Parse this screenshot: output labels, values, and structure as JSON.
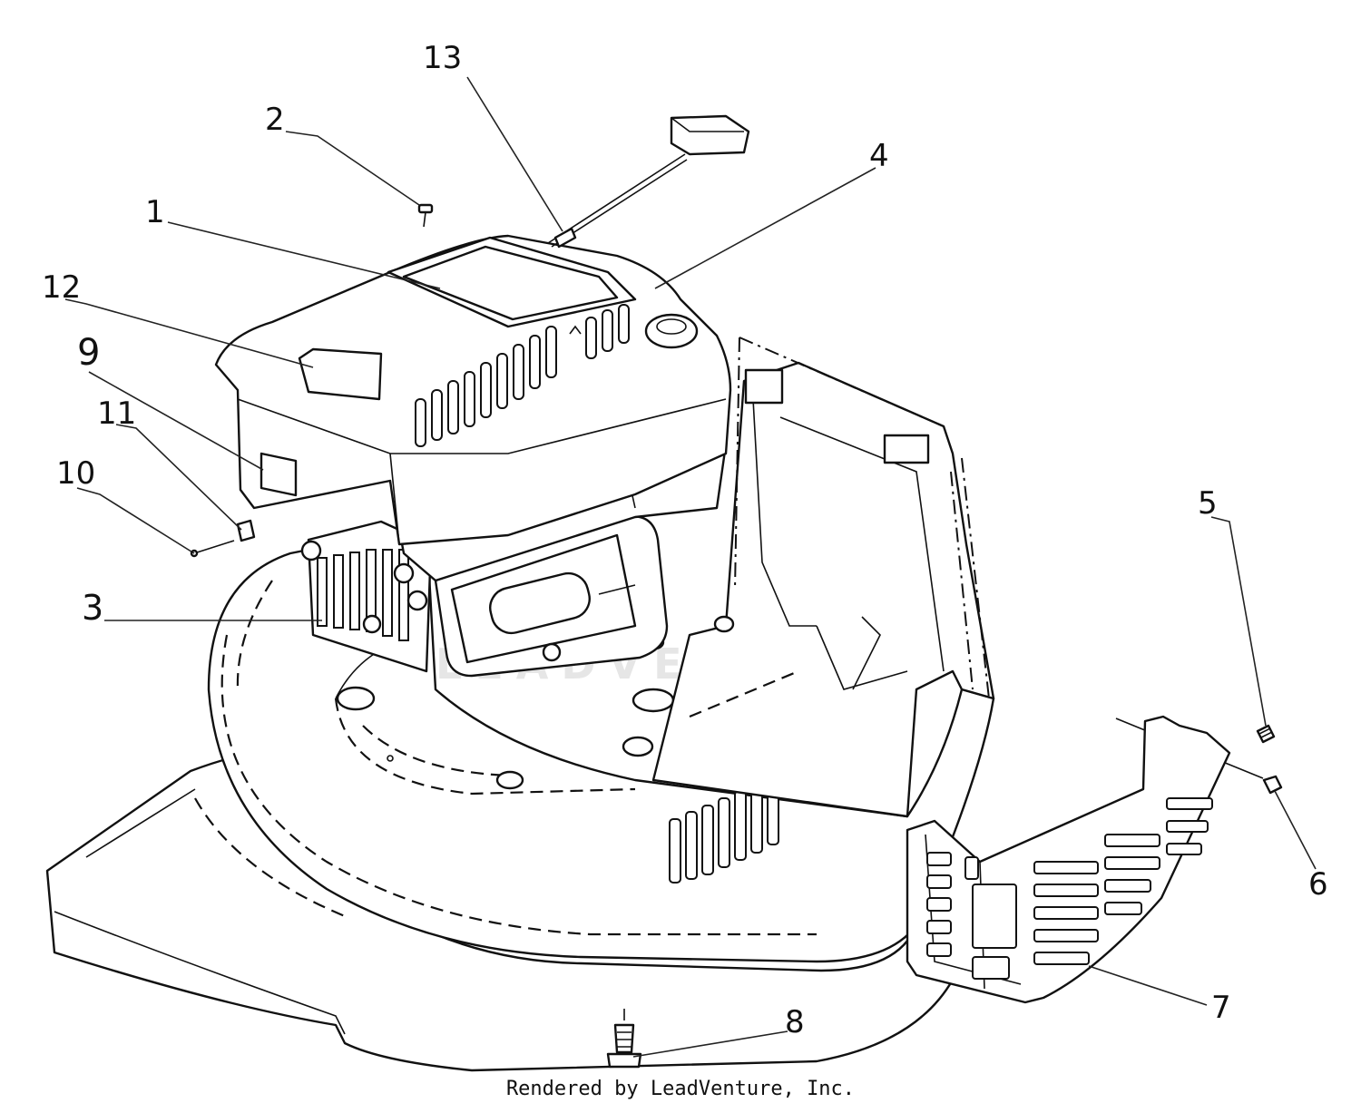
{
  "callouts": {
    "c1": "1",
    "c2": "2",
    "c3": "3",
    "c4": "4",
    "c5": "5",
    "c6": "6",
    "c7": "7",
    "c8": "8",
    "c9": "9",
    "c10": "10",
    "c11": "11",
    "c12": "12",
    "c13": "13"
  },
  "watermark": "LEADVENTURE",
  "credit": "Rendered by LeadVenture, Inc."
}
